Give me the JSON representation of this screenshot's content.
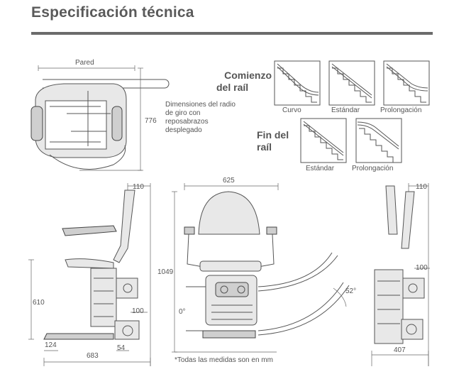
{
  "page": {
    "title": "Especificación técnica",
    "footnote": "*Todas las medidas son en mm"
  },
  "top_view": {
    "wall_label": "Pared",
    "height_dim": "776",
    "note": "Dimensiones del radio de giro con reposabrazos desplegado"
  },
  "rail_start": {
    "heading_line1": "Comienzo",
    "heading_line2": "del raíl",
    "options": [
      "Curvo",
      "Estándar",
      "Prolongación"
    ]
  },
  "rail_end": {
    "heading_line1": "Fin del",
    "heading_line2": "raíl",
    "options": [
      "Estándar",
      "Prolongación"
    ]
  },
  "side_view": {
    "dim_top": "110",
    "dim_height": "610",
    "dim_foot": "100",
    "dim_bottom_left": "124",
    "dim_bottom_right": "54",
    "dim_length": "683"
  },
  "front_view": {
    "dim_width": "625",
    "dim_height": "1049",
    "angle_min": "0°",
    "angle_max": "52°"
  },
  "right_view": {
    "dim_top": "110",
    "dim_mid": "100",
    "dim_depth": "407"
  },
  "colors": {
    "title_rule": "#6b6b6b",
    "text": "#555555"
  }
}
